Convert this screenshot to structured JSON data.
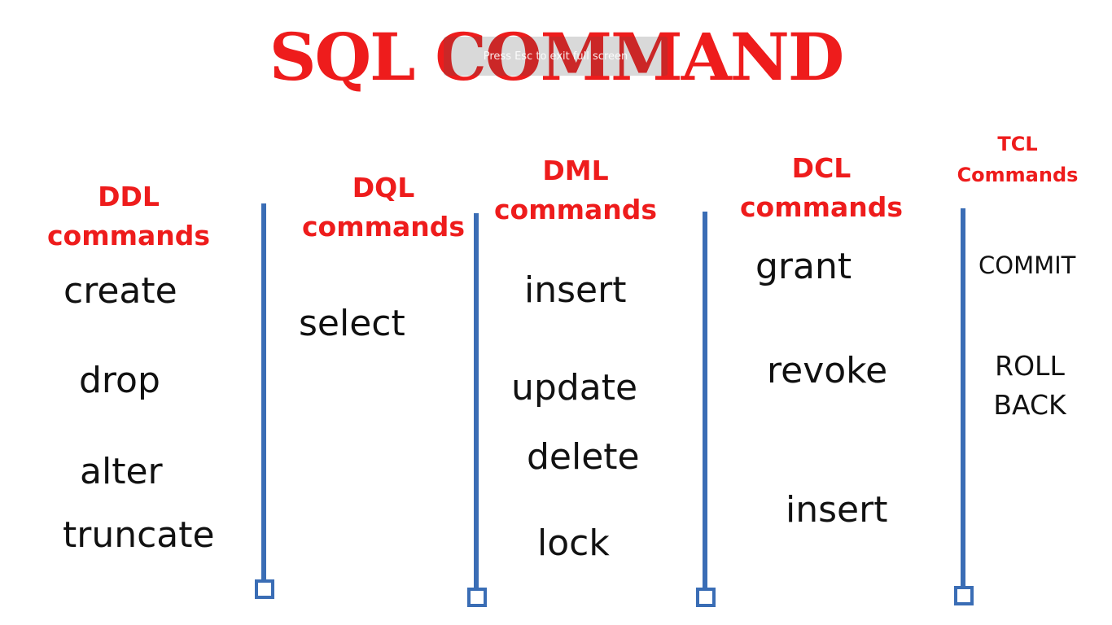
{
  "title": "SQL COMMAND",
  "overlay": {
    "message": "Press  Esc  to exit full screen"
  },
  "columns": {
    "ddl": {
      "heading_line1": "DDL",
      "heading_line2": "commands",
      "items": [
        "create",
        "drop",
        "alter",
        "truncate"
      ]
    },
    "dql": {
      "heading_line1": "DQL",
      "heading_line2": "commands",
      "items": [
        "select"
      ]
    },
    "dml": {
      "heading_line1": "DML",
      "heading_line2": "commands",
      "items": [
        "insert",
        "update",
        "delete",
        "lock"
      ]
    },
    "dcl": {
      "heading_line1": "DCL",
      "heading_line2": "commands",
      "items": [
        "grant",
        "revoke",
        "insert"
      ]
    },
    "tcl": {
      "heading_line1": "TCL",
      "heading_line2": "Commands",
      "items": [
        "COMMIT"
      ],
      "rollback_line1": "ROLL",
      "rollback_line2": "BACK"
    }
  },
  "colors": {
    "heading": "#ee1c1c",
    "divider": "#3a6db5",
    "text": "#111111"
  }
}
